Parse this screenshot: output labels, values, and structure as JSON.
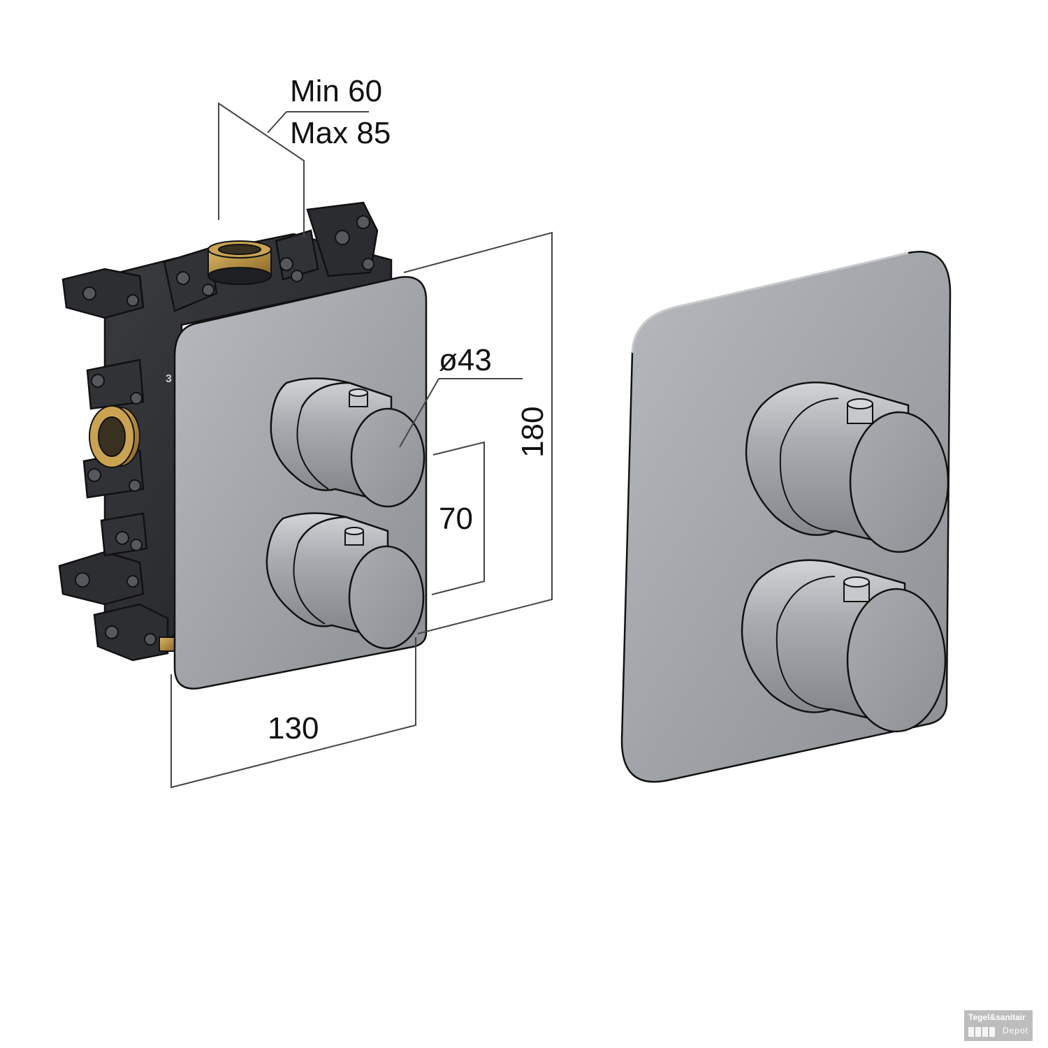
{
  "dimensions": {
    "depth_min": "Min 60",
    "depth_max": "Max 85",
    "knob_diameter": "ø43",
    "height": "180",
    "knob_spacing": "70",
    "width": "130"
  },
  "watermark": {
    "brand": "Tegel&sanitair",
    "sub": "Depot"
  },
  "colors": {
    "plate": "#9fa2a6",
    "knob": "#a3a6aa",
    "housing": "#2c2e31",
    "brass": "#b08a3c",
    "line": "#111111",
    "background": "#ffffff"
  }
}
